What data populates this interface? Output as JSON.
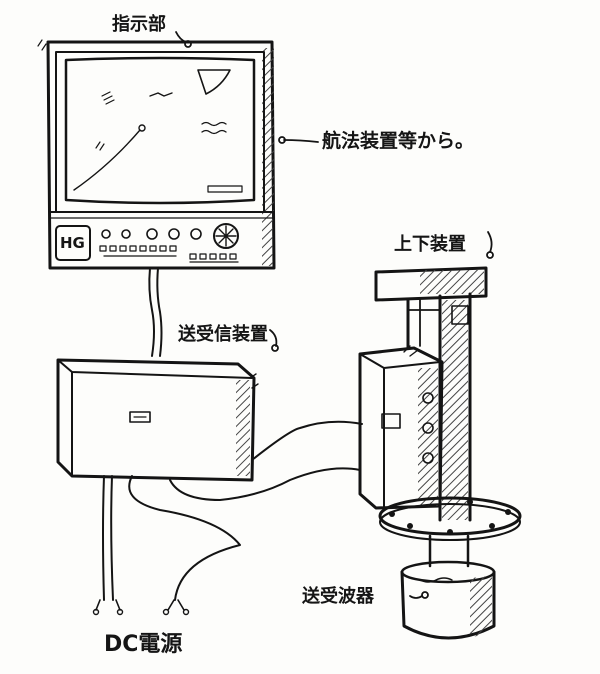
{
  "labels": {
    "display_unit": "指示部",
    "nav_input": "航法装置等から。",
    "transceiver": "送受信装置",
    "lift_unit": "上下装置",
    "transducer": "送受波器",
    "dc_power": "DC電源"
  },
  "display_panel": {
    "mode_badge": "HG"
  },
  "colors": {
    "ink": "#141414",
    "paper": "#fdfdfb",
    "hatch": "#555555"
  }
}
